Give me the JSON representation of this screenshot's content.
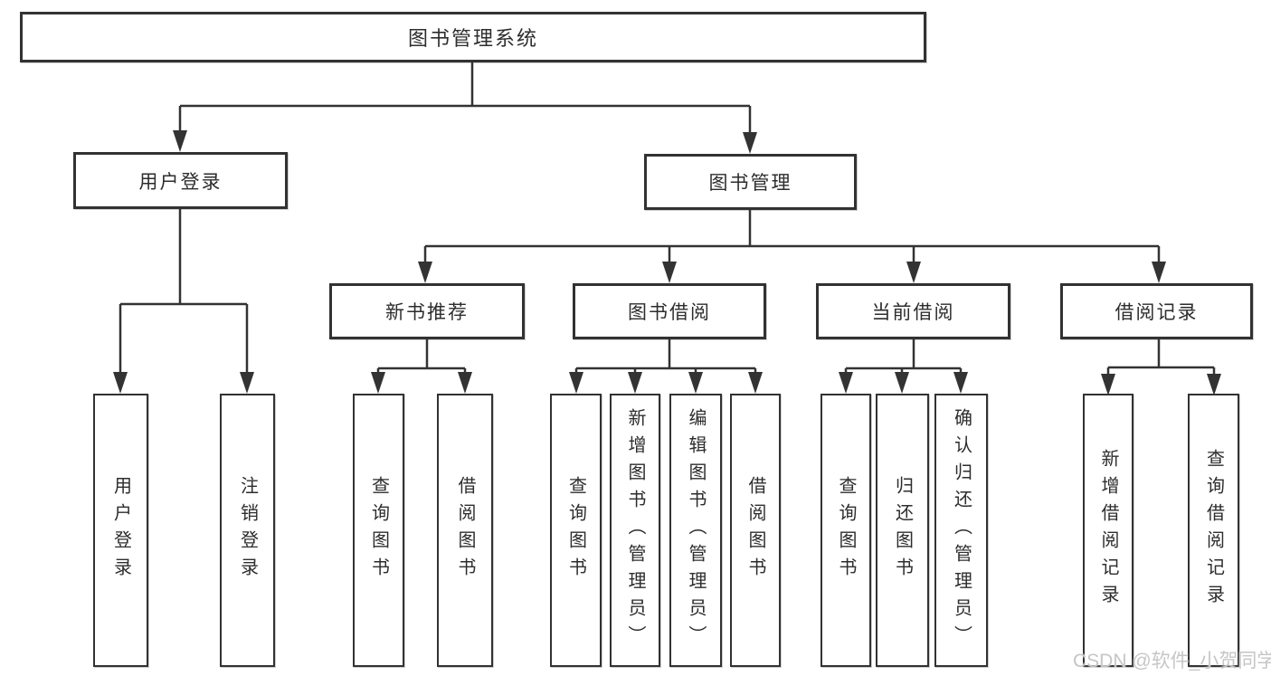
{
  "diagram": {
    "type": "hierarchy-tree",
    "watermark": "CSDN @软件_小贺同学",
    "colors": {
      "background": "#ffffff",
      "line": "#333333",
      "box_border": "#323232",
      "text": "#2d2d2d",
      "watermark": "#c6c6c6"
    }
  },
  "nodes": {
    "root": {
      "label": "图书管理系统"
    },
    "user_login": {
      "label": "用户登录"
    },
    "book_mgmt": {
      "label": "图书管理"
    },
    "new_book_rec": {
      "label": "新书推荐"
    },
    "book_borrow": {
      "label": "图书借阅"
    },
    "current_borrow": {
      "label": "当前借阅"
    },
    "borrow_record": {
      "label": "借阅记录"
    },
    "leaf_user_login": {
      "label": "用户登录"
    },
    "leaf_logout": {
      "label": "注销登录"
    },
    "leaf_query_books_rec": {
      "label": "查询图书"
    },
    "leaf_borrow_books_rec": {
      "label": "借阅图书"
    },
    "leaf_query_books_borrow": {
      "label": "查询图书"
    },
    "leaf_add_books": {
      "label": "新增图书（管理员）"
    },
    "leaf_edit_books": {
      "label": "编辑图书（管理员）"
    },
    "leaf_borrow_books_borrow": {
      "label": "借阅图书"
    },
    "leaf_query_books_current": {
      "label": "查询图书"
    },
    "leaf_return_books": {
      "label": "归还图书"
    },
    "leaf_confirm_return": {
      "label": "确认归还（管理员）"
    },
    "leaf_add_borrow_record": {
      "label": "新增借阅记录"
    },
    "leaf_query_borrow_record": {
      "label": "查询借阅记录"
    }
  },
  "edges": [
    [
      "root",
      "user_login"
    ],
    [
      "root",
      "book_mgmt"
    ],
    [
      "user_login",
      "leaf_user_login"
    ],
    [
      "user_login",
      "leaf_logout"
    ],
    [
      "book_mgmt",
      "new_book_rec"
    ],
    [
      "book_mgmt",
      "book_borrow"
    ],
    [
      "book_mgmt",
      "current_borrow"
    ],
    [
      "book_mgmt",
      "borrow_record"
    ],
    [
      "new_book_rec",
      "leaf_query_books_rec"
    ],
    [
      "new_book_rec",
      "leaf_borrow_books_rec"
    ],
    [
      "book_borrow",
      "leaf_query_books_borrow"
    ],
    [
      "book_borrow",
      "leaf_add_books"
    ],
    [
      "book_borrow",
      "leaf_edit_books"
    ],
    [
      "book_borrow",
      "leaf_borrow_books_borrow"
    ],
    [
      "current_borrow",
      "leaf_query_books_current"
    ],
    [
      "current_borrow",
      "leaf_return_books"
    ],
    [
      "current_borrow",
      "leaf_confirm_return"
    ],
    [
      "borrow_record",
      "leaf_add_borrow_record"
    ],
    [
      "borrow_record",
      "leaf_query_borrow_record"
    ]
  ]
}
